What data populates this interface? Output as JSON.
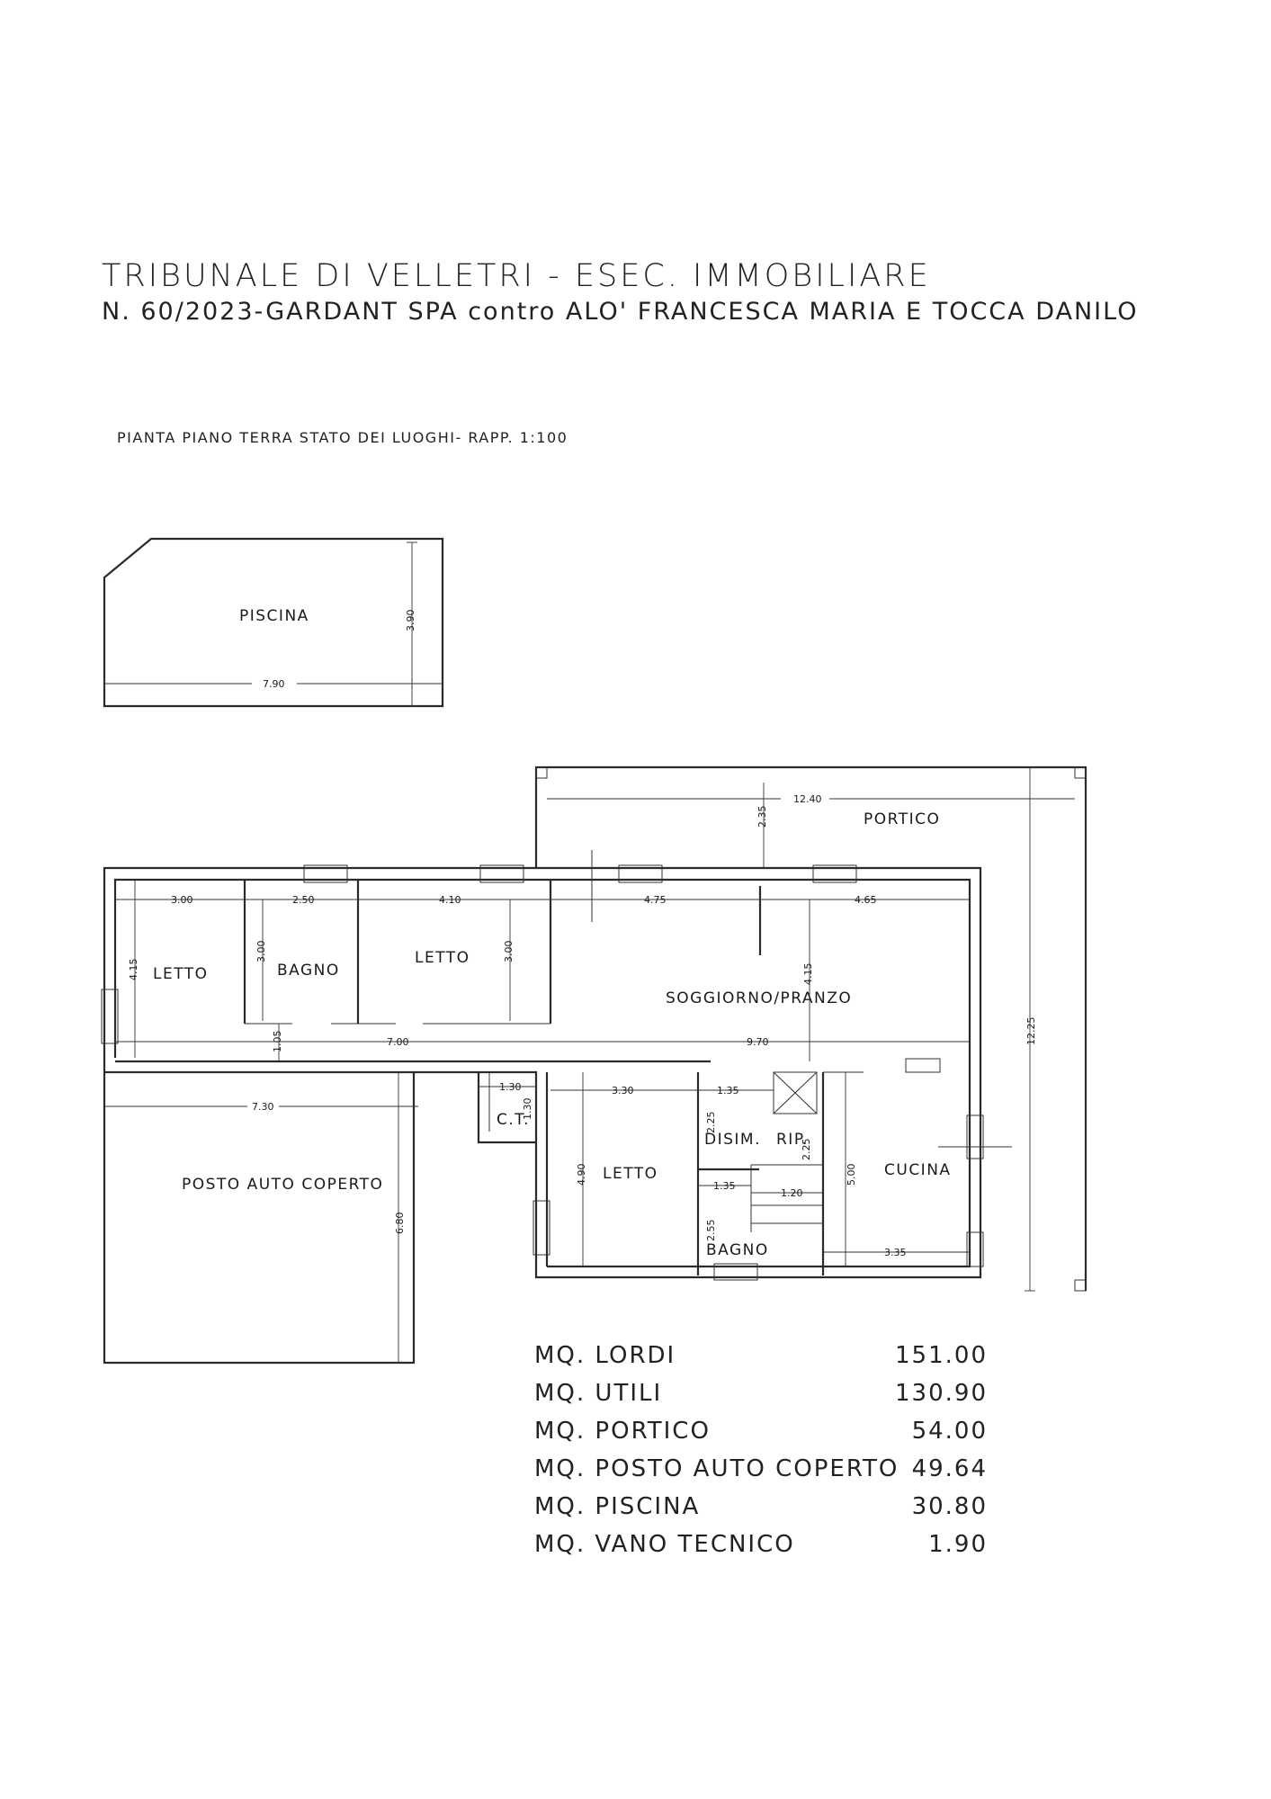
{
  "header": {
    "line1": "TRIBUNALE DI VELLETRI - ESEC. IMMOBILIARE",
    "line2": "N. 60/2023-GARDANT SPA contro ALO' FRANCESCA MARIA E TOCCA DANILO",
    "subtitle": "PIANTA PIANO TERRA STATO DEI LUOGHI- RAPP. 1:100"
  },
  "rooms": {
    "piscina": "PISCINA",
    "portico": "PORTICO",
    "letto1": "LETTO",
    "bagno1": "BAGNO",
    "letto2": "LETTO",
    "soggiorno": "SOGGIORNO/PRANZO",
    "ct": "C.T.",
    "posto_auto": "POSTO AUTO COPERTO",
    "letto3": "LETTO",
    "disim": "DISIM.",
    "rip": "RIP.",
    "cucina": "CUCINA",
    "bagno2": "BAGNO"
  },
  "dimensions": {
    "piscina_h": "3.90",
    "piscina_w": "7.90",
    "portico_w": "12.40",
    "portico_d": "2.35",
    "overall_h": "12.25",
    "letto1_w": "3.00",
    "letto1_h": "4.15",
    "bagno1_w": "2.50",
    "bagno1_h": "3.00",
    "letto2_w": "4.10",
    "letto2_h": "3.00",
    "sogg_w1": "4.75",
    "sogg_w2": "4.65",
    "sogg_h": "4.15",
    "corr_h": "1.05",
    "corr_w": "7.00",
    "corr_w2": "9.70",
    "ct_w": "1.30",
    "ct_h": "1.30",
    "posto_w": "7.30",
    "posto_h": "6.80",
    "letto3_w": "3.30",
    "letto3_h": "4.90",
    "disim_w": "1.35",
    "disim_h": "2.25",
    "rip_h": "2.25",
    "bagno2_w": "1.35",
    "rip_w": "1.20",
    "bagno2_h": "2.55",
    "cucina_h": "5.00",
    "cucina_w": "3.35"
  },
  "areas": [
    {
      "label": "MQ. LORDI",
      "value": "151.00"
    },
    {
      "label": "MQ. UTILI",
      "value": "130.90"
    },
    {
      "label": "MQ. PORTICO",
      "value": "54.00"
    },
    {
      "label": "MQ. POSTO AUTO COPERTO",
      "value": "49.64"
    },
    {
      "label": "MQ. PISCINA",
      "value": "30.80"
    },
    {
      "label": "MQ. VANO TECNICO",
      "value": "1.90"
    }
  ]
}
